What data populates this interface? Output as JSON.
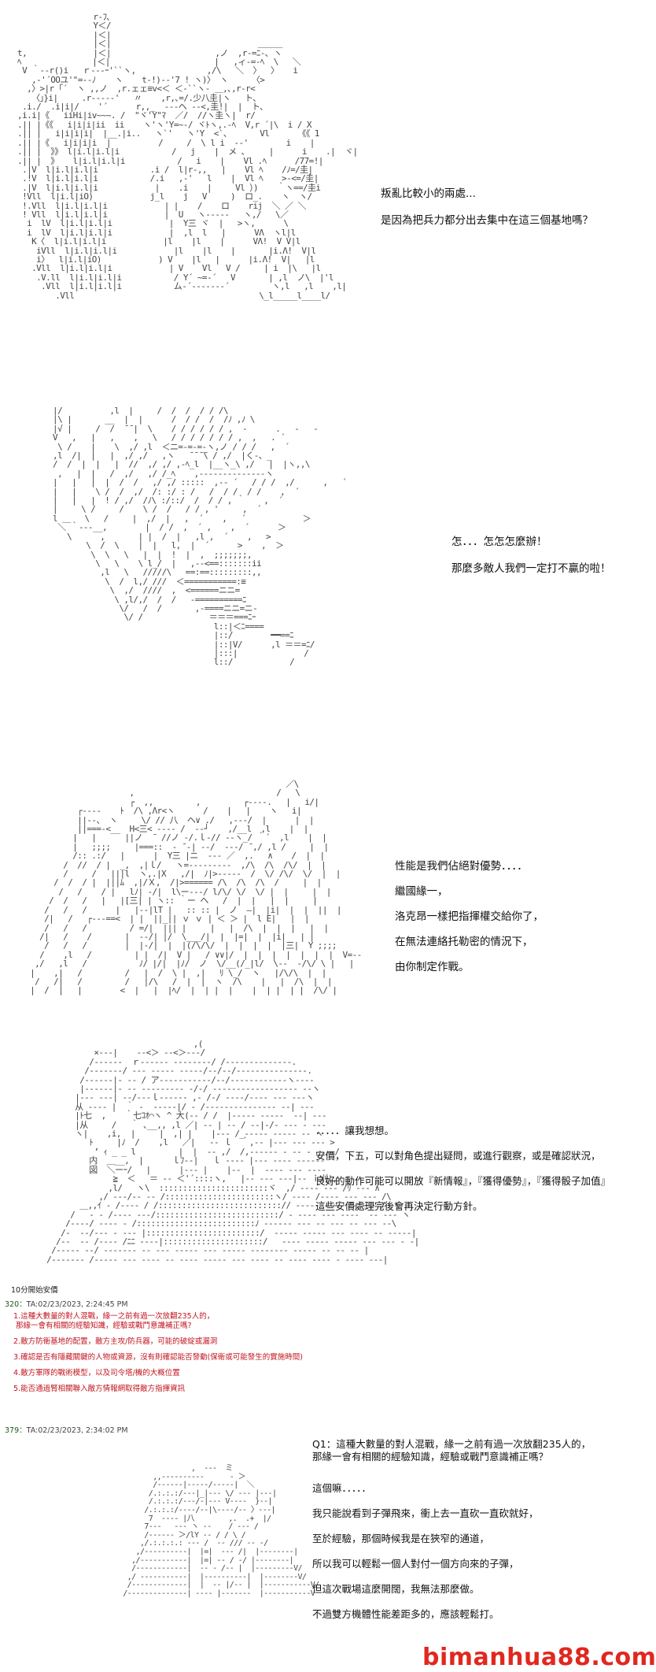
{
  "panel1": {
    "lines": [
      "叛亂比較小的兩處...",
      "是因為把兵力都分出去集中在這三個基地嗎？"
    ]
  },
  "panel2": {
    "lines": [
      "怎．．．怎怎怎麼辦！",
      "那麼多敵人我們一定打不贏的啦！"
    ]
  },
  "panel3": {
    "lines": [
      "性能是我們佔絕對優勢．．．．",
      "繼國緣一，",
      "洛克昂一樣把指揮權交給你了，",
      "在無法連絡托勒密的情況下，",
      "由你制定作戰。"
    ]
  },
  "panel4": {
    "lines": [
      "．．．．．讓我想想。",
      "安價，下五，可以對角色提出疑問，或進行觀察，或是確認狀況，",
      "良好的動作可能可以開放『新情報』，『獲得優勢』，『獲得骰子加值』",
      "這些安價處理完後會再決定行動方針。"
    ]
  },
  "vote": {
    "header": "10分開始安價",
    "post1_no": "320：",
    "post1_meta": "TA:02/23/2023, 2:24:45 PM",
    "items": [
      "1.這種大數量的對人混戰，緣一之前有過一次放翻235人的，\n 那緣一會有相關的經驗知識，經驗或戰鬥意識補正嗎?",
      "2.敵方防衛基地的配置，敵方主攻/防兵器，可能的破綻或漏洞",
      "3.確認是否有隱藏關鍵的人物或資源，沒有則確認能否發動(保衛或可能發生的實施時間)",
      "4.敵方軍隊的戰術模型，以及司令塔/機的大概位置",
      "5.能否通過腎相關聯入敵方情報網取得敵方指揮資訊"
    ],
    "post2_no": "379：",
    "post2_meta": "TA:02/23/2023, 2:34:02 PM"
  },
  "panel5": {
    "question": "Q1：這種大數量的對人混戰，緣一之前有過一次放翻235人的，\n那緣一會有相關的經驗知識，經驗或戰鬥意識補正嗎？",
    "lines": [
      "這個嘛．．．．．",
      "我只能說看到子彈飛來，衝上去一直砍一直砍就好，",
      "至於經驗，那個時候我是在狹窄的通道，",
      "所以我可以輕鬆一個人對付一個方向來的子彈，",
      "但這次戰場這麼開闊，我無法那麼做。",
      "不過雙方機體性能差距多的，應該輕鬆打。"
    ]
  },
  "watermark": "bimanhua88.com"
}
